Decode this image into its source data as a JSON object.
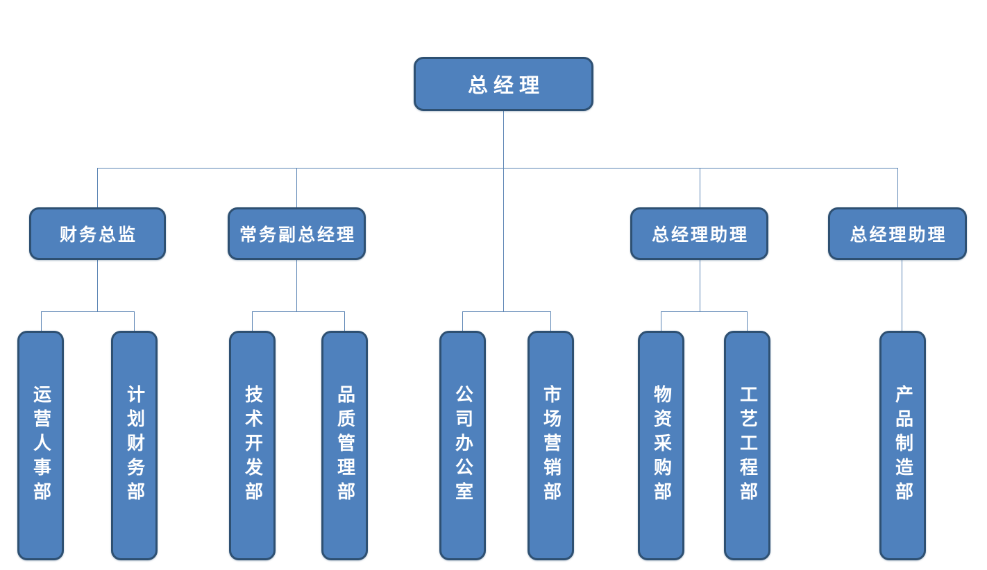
{
  "org": {
    "root": {
      "label": "总经理"
    },
    "branches": [
      {
        "manager": {
          "label": "财务总监"
        },
        "departments": [
          {
            "label": "运营人事部"
          },
          {
            "label": "计划财务部"
          }
        ]
      },
      {
        "manager": {
          "label": "常务副总经理"
        },
        "departments": [
          {
            "label": "技术开发部"
          },
          {
            "label": "品质管理部"
          }
        ]
      },
      {
        "departments": [
          {
            "label": "公司办公室"
          },
          {
            "label": "市场营销部"
          }
        ]
      },
      {
        "manager": {
          "label": "总经理助理"
        },
        "departments": [
          {
            "label": "物资采购部"
          },
          {
            "label": "工艺工程部"
          }
        ]
      },
      {
        "manager": {
          "label": "总经理助理"
        },
        "departments": [
          {
            "label": "产品制造部"
          }
        ]
      }
    ]
  },
  "colors": {
    "node_fill": "#4F81BD",
    "node_border": "#2E5072",
    "connector": "#5B84B4",
    "text": "#FFFFFF",
    "background": "#FFFFFF"
  }
}
